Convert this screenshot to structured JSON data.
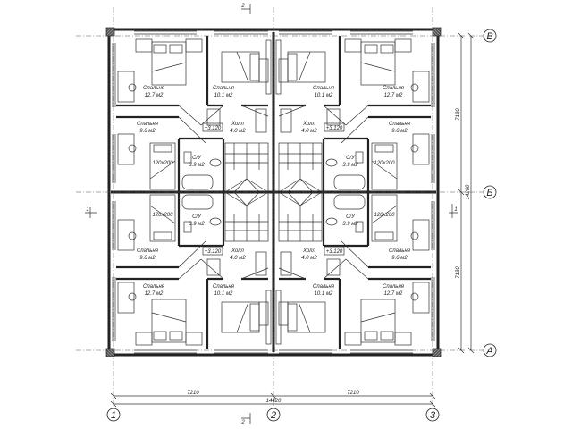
{
  "title": "Floor plan",
  "axes": {
    "columns": [
      "1",
      "2",
      "3"
    ],
    "rows": [
      "В",
      "Б",
      "А"
    ]
  },
  "dimensions": {
    "span_1_2": "7210",
    "span_2_3": "7210",
    "total_width": "14420",
    "span_B_Bb": "7130",
    "span_Bb_A": "7130",
    "total_height": "14260"
  },
  "section_mark": "1",
  "section_mark_2": "2",
  "quadrant_labels": [
    {
      "name": "Спальня",
      "area": "12.7 м2"
    },
    {
      "name": "Спальня",
      "area": "10.1 м2"
    },
    {
      "name": "Спальня",
      "area": "9.6 м2"
    },
    {
      "name": "Холл",
      "area": "4.0 м2"
    },
    {
      "name": "С/У",
      "area": "3.9 м2"
    }
  ],
  "level_mark": "+3.120",
  "bed_size": "120х200",
  "colors": {
    "line": "#222222",
    "background": "#ffffff"
  }
}
